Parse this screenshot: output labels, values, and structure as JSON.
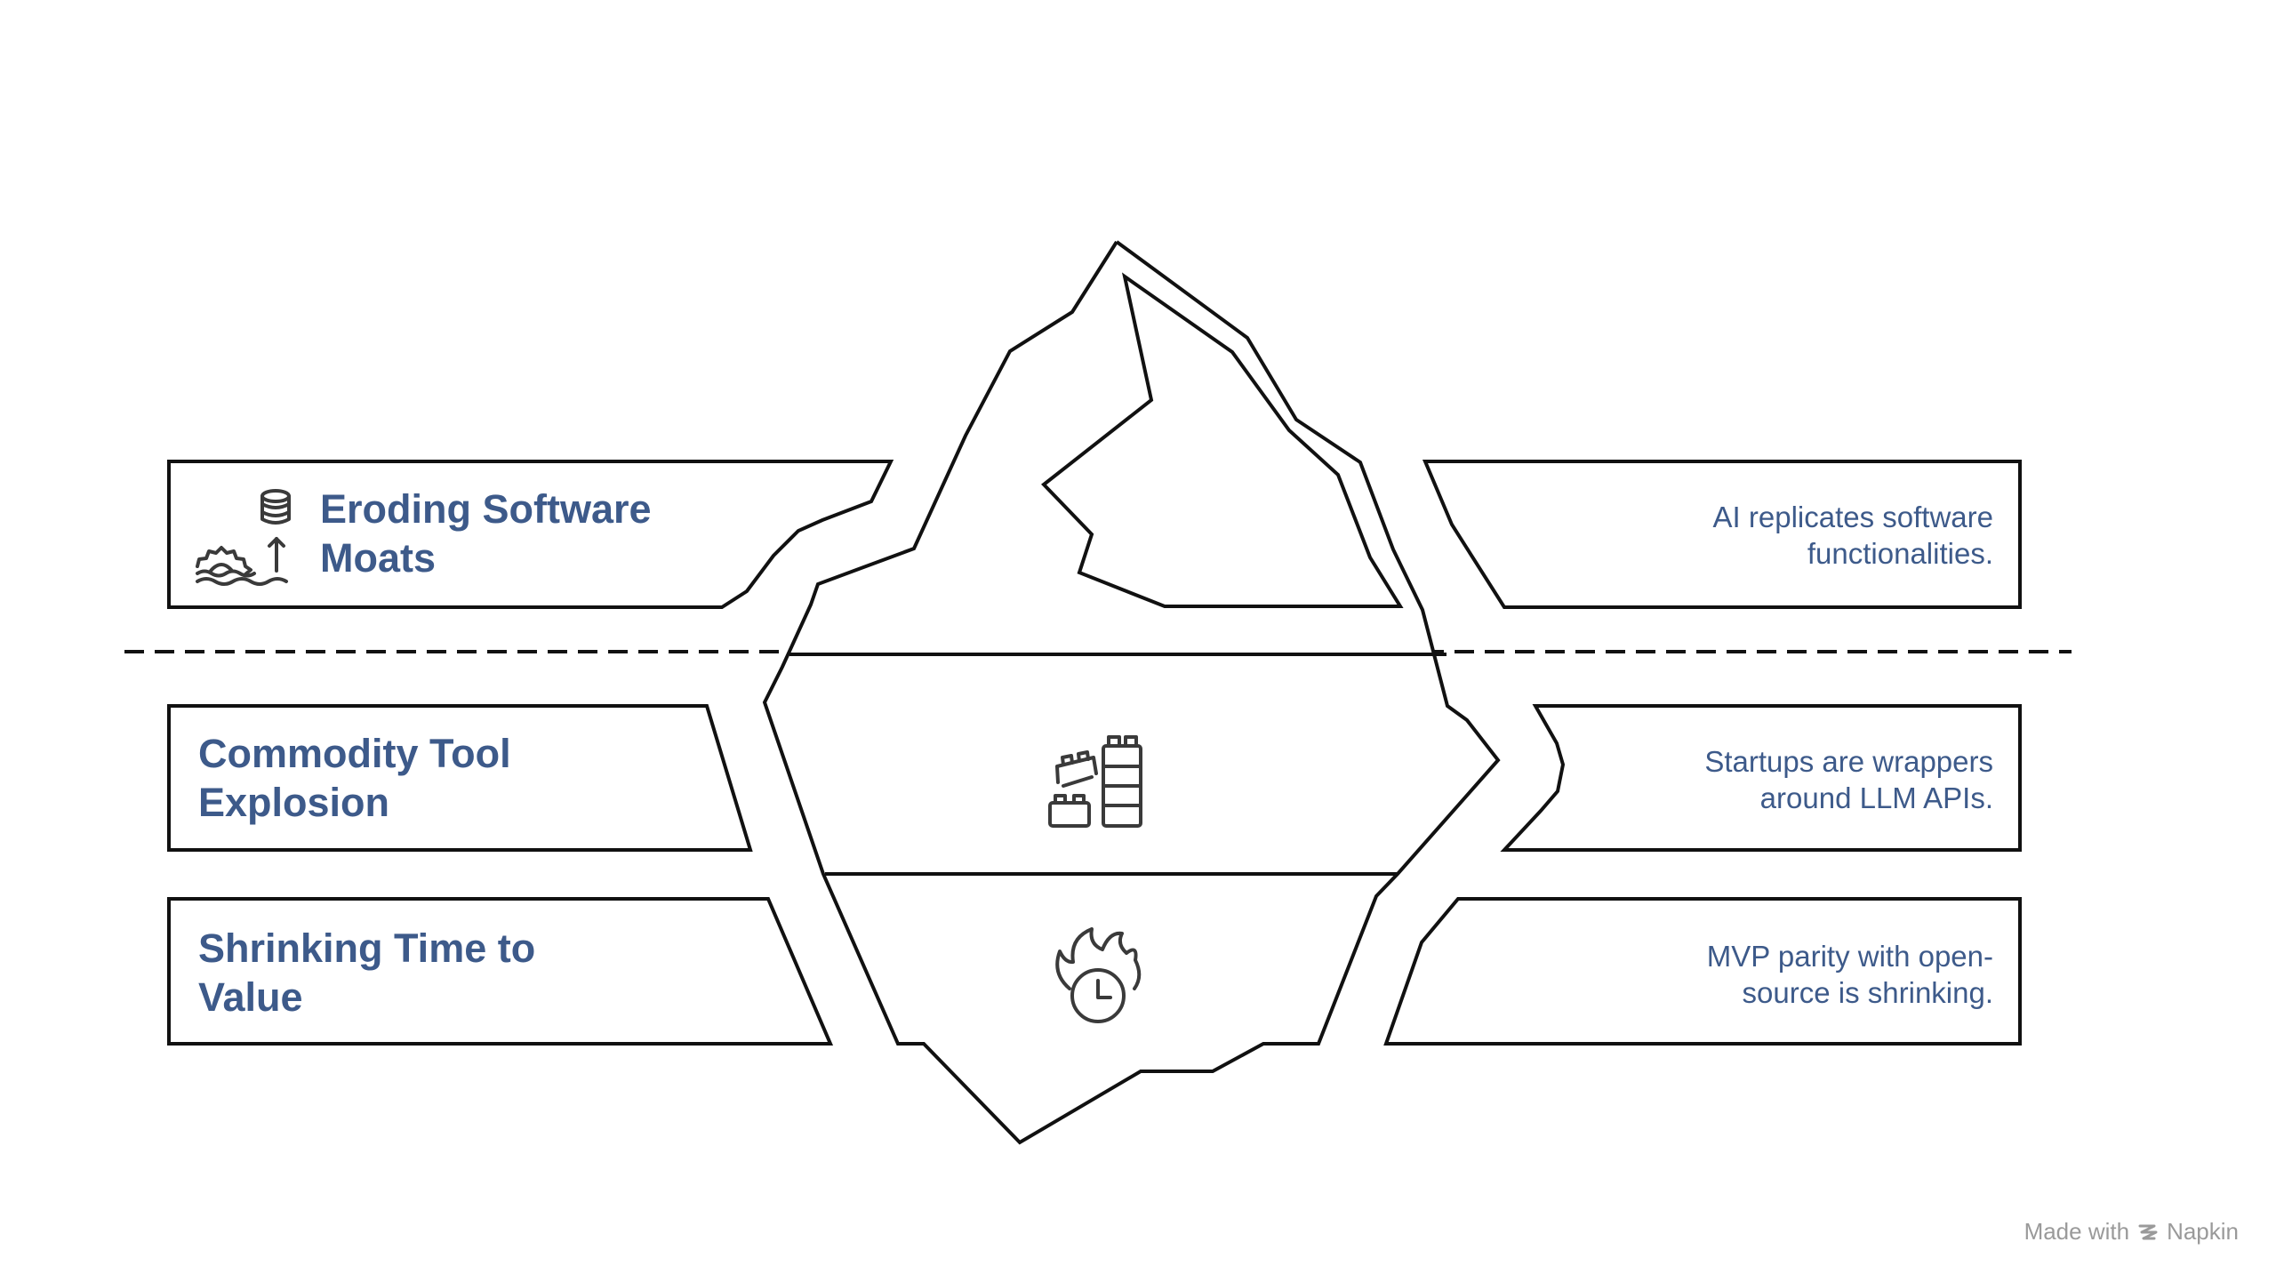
{
  "layers": [
    {
      "title": "Eroding Software\nMoats",
      "description": "AI replicates software\nfunctionalities.",
      "icon": "database-gear-growth-icon"
    },
    {
      "title": "Commodity Tool\nExplosion",
      "description": "Startups are wrappers\naround LLM APIs.",
      "icon": "building-blocks-icon"
    },
    {
      "title": "Shrinking Time to\nValue",
      "description": "MVP parity with open-\nsource is shrinking.",
      "icon": "burning-clock-icon"
    }
  ],
  "footer": {
    "made_with": "Made with",
    "brand": "Napkin",
    "icon": "napkin-logo-icon"
  },
  "colors": {
    "text": "#3d5a8a",
    "stroke": "#111111",
    "footer_text": "#9a9a9a"
  }
}
